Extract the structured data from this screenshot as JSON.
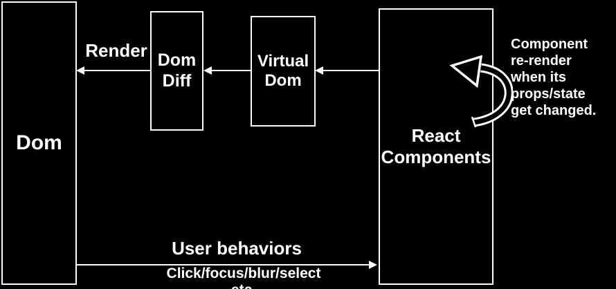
{
  "diagram": {
    "boxes": {
      "dom": {
        "label": "Dom"
      },
      "dom_diff": {
        "lines": [
          "Dom",
          "Diff"
        ]
      },
      "virtual_dom": {
        "lines": [
          "Virtual",
          "Dom"
        ]
      },
      "react_components": {
        "lines": [
          "React",
          "Components"
        ]
      }
    },
    "arrows": {
      "render": {
        "label": "Render",
        "direction": "left"
      },
      "virtual_dom_to_dom_diff": {
        "direction": "left"
      },
      "react_to_virtual_dom": {
        "direction": "left"
      },
      "user_behaviors": {
        "label": "User behaviors",
        "sublabel": "Click/focus/blur/select etc.",
        "direction": "right"
      },
      "re_render_loop": {
        "shape": "curved-hook"
      }
    },
    "annotation": {
      "lines": [
        "Component",
        "re-render",
        "when its",
        "props/state",
        "get changed."
      ]
    },
    "colors": {
      "background": "#000000",
      "stroke": "#ffffff",
      "text": "#ffffff"
    }
  }
}
